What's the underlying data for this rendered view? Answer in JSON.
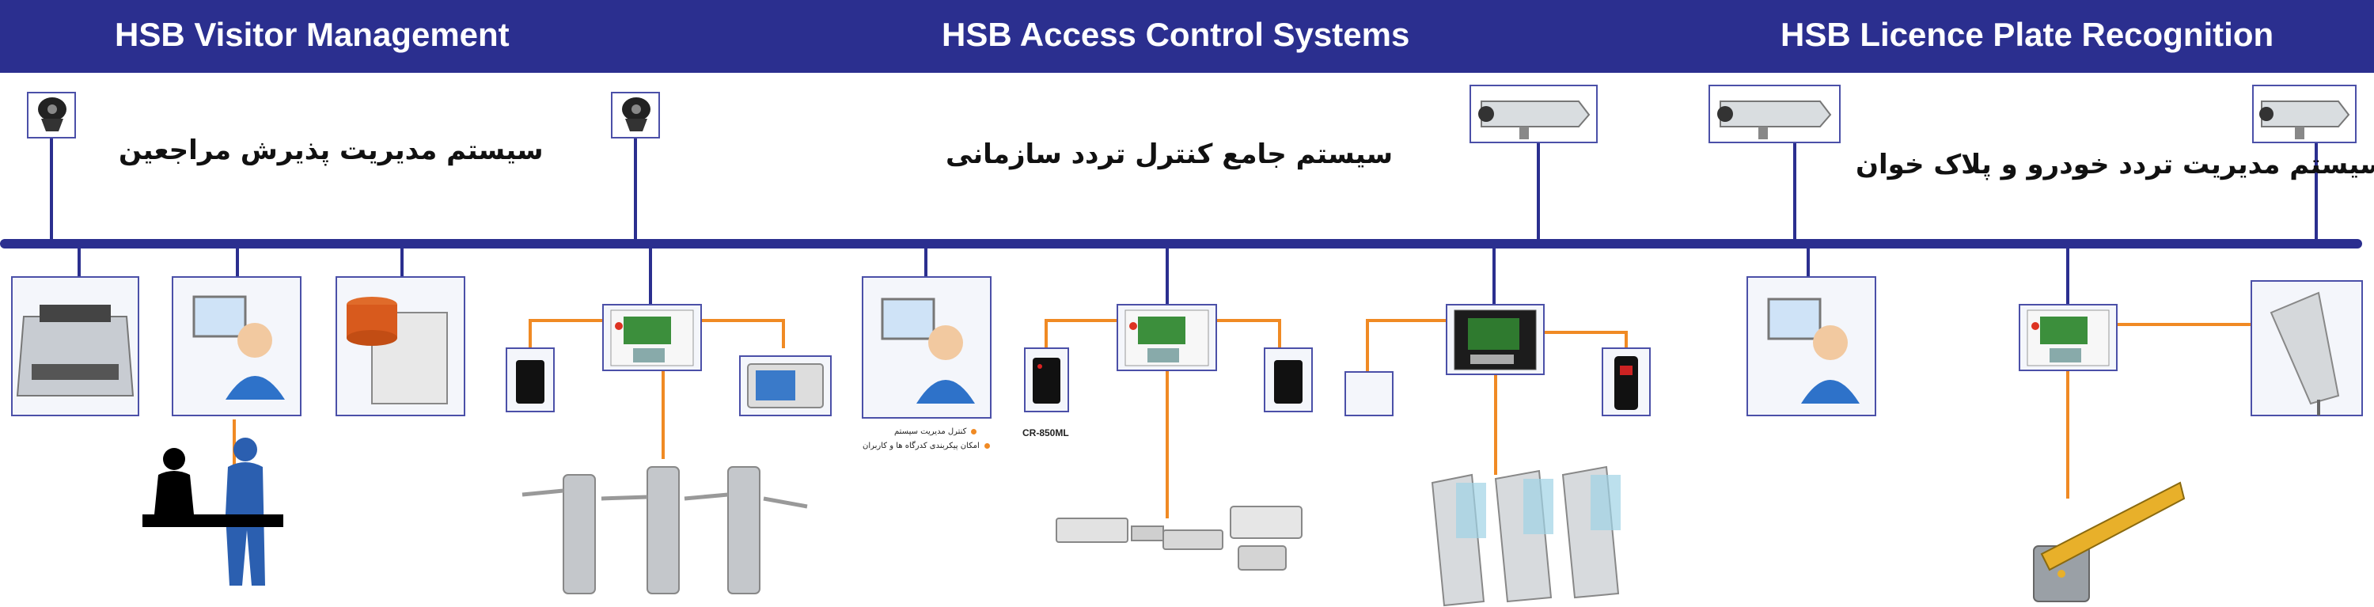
{
  "header": {
    "visitor_title": "HSB Visitor Management",
    "access_title": "HSB Access Control Systems",
    "lpr_title": "HSB Licence Plate Recognition"
  },
  "labels": {
    "visitor_fa": "سیستم مدیریت پذیرش مراجعین",
    "access_fa": "سیستم جامع کنترل تردد سازمانی",
    "lpr_fa": "سیستم مدیریت تردد خودرو و پلاک خوان"
  },
  "notes": {
    "line1": "کنترل مدیریت سیستم",
    "line2": "امکان پیکربندی کدرگاه ها و کاربران",
    "reader_model": "CR-850ML"
  },
  "colors": {
    "header_bg": "#2b2f8f",
    "bus": "#2b2f8f",
    "connector": "#f08a24",
    "box_border": "#4b50a8"
  }
}
